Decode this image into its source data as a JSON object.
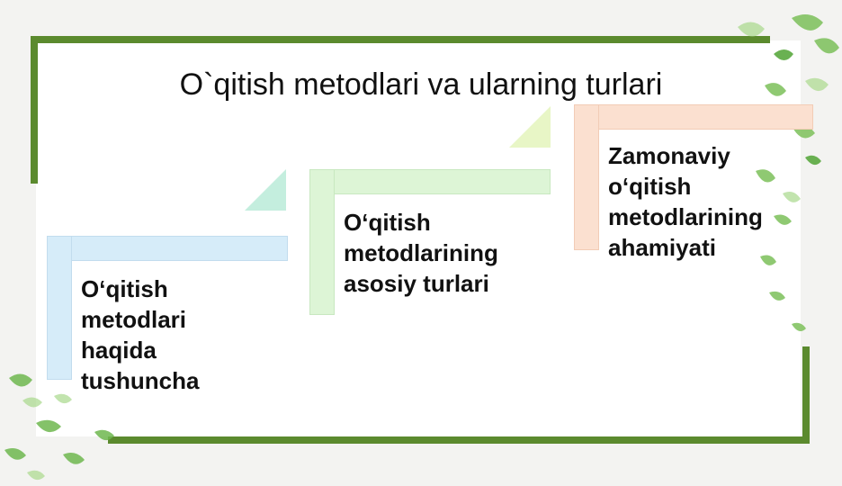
{
  "slide": {
    "title": "O`qitish metodlari va ularning turlari",
    "steps": [
      {
        "label": "O‘qitish metodlari haqida tushuncha",
        "color": "#d6ecf9"
      },
      {
        "label": "O‘qitish metodlarining asosiy turlari",
        "color": "#ddf5d6"
      },
      {
        "label": "Zamonaviy o‘qitish metodlarining ahamiyati",
        "color": "#fbe0d0"
      }
    ],
    "colors": {
      "frame": "#5b8a2e",
      "leaf_light": "#8fc96a",
      "leaf_dark": "#4f9a3c"
    }
  }
}
